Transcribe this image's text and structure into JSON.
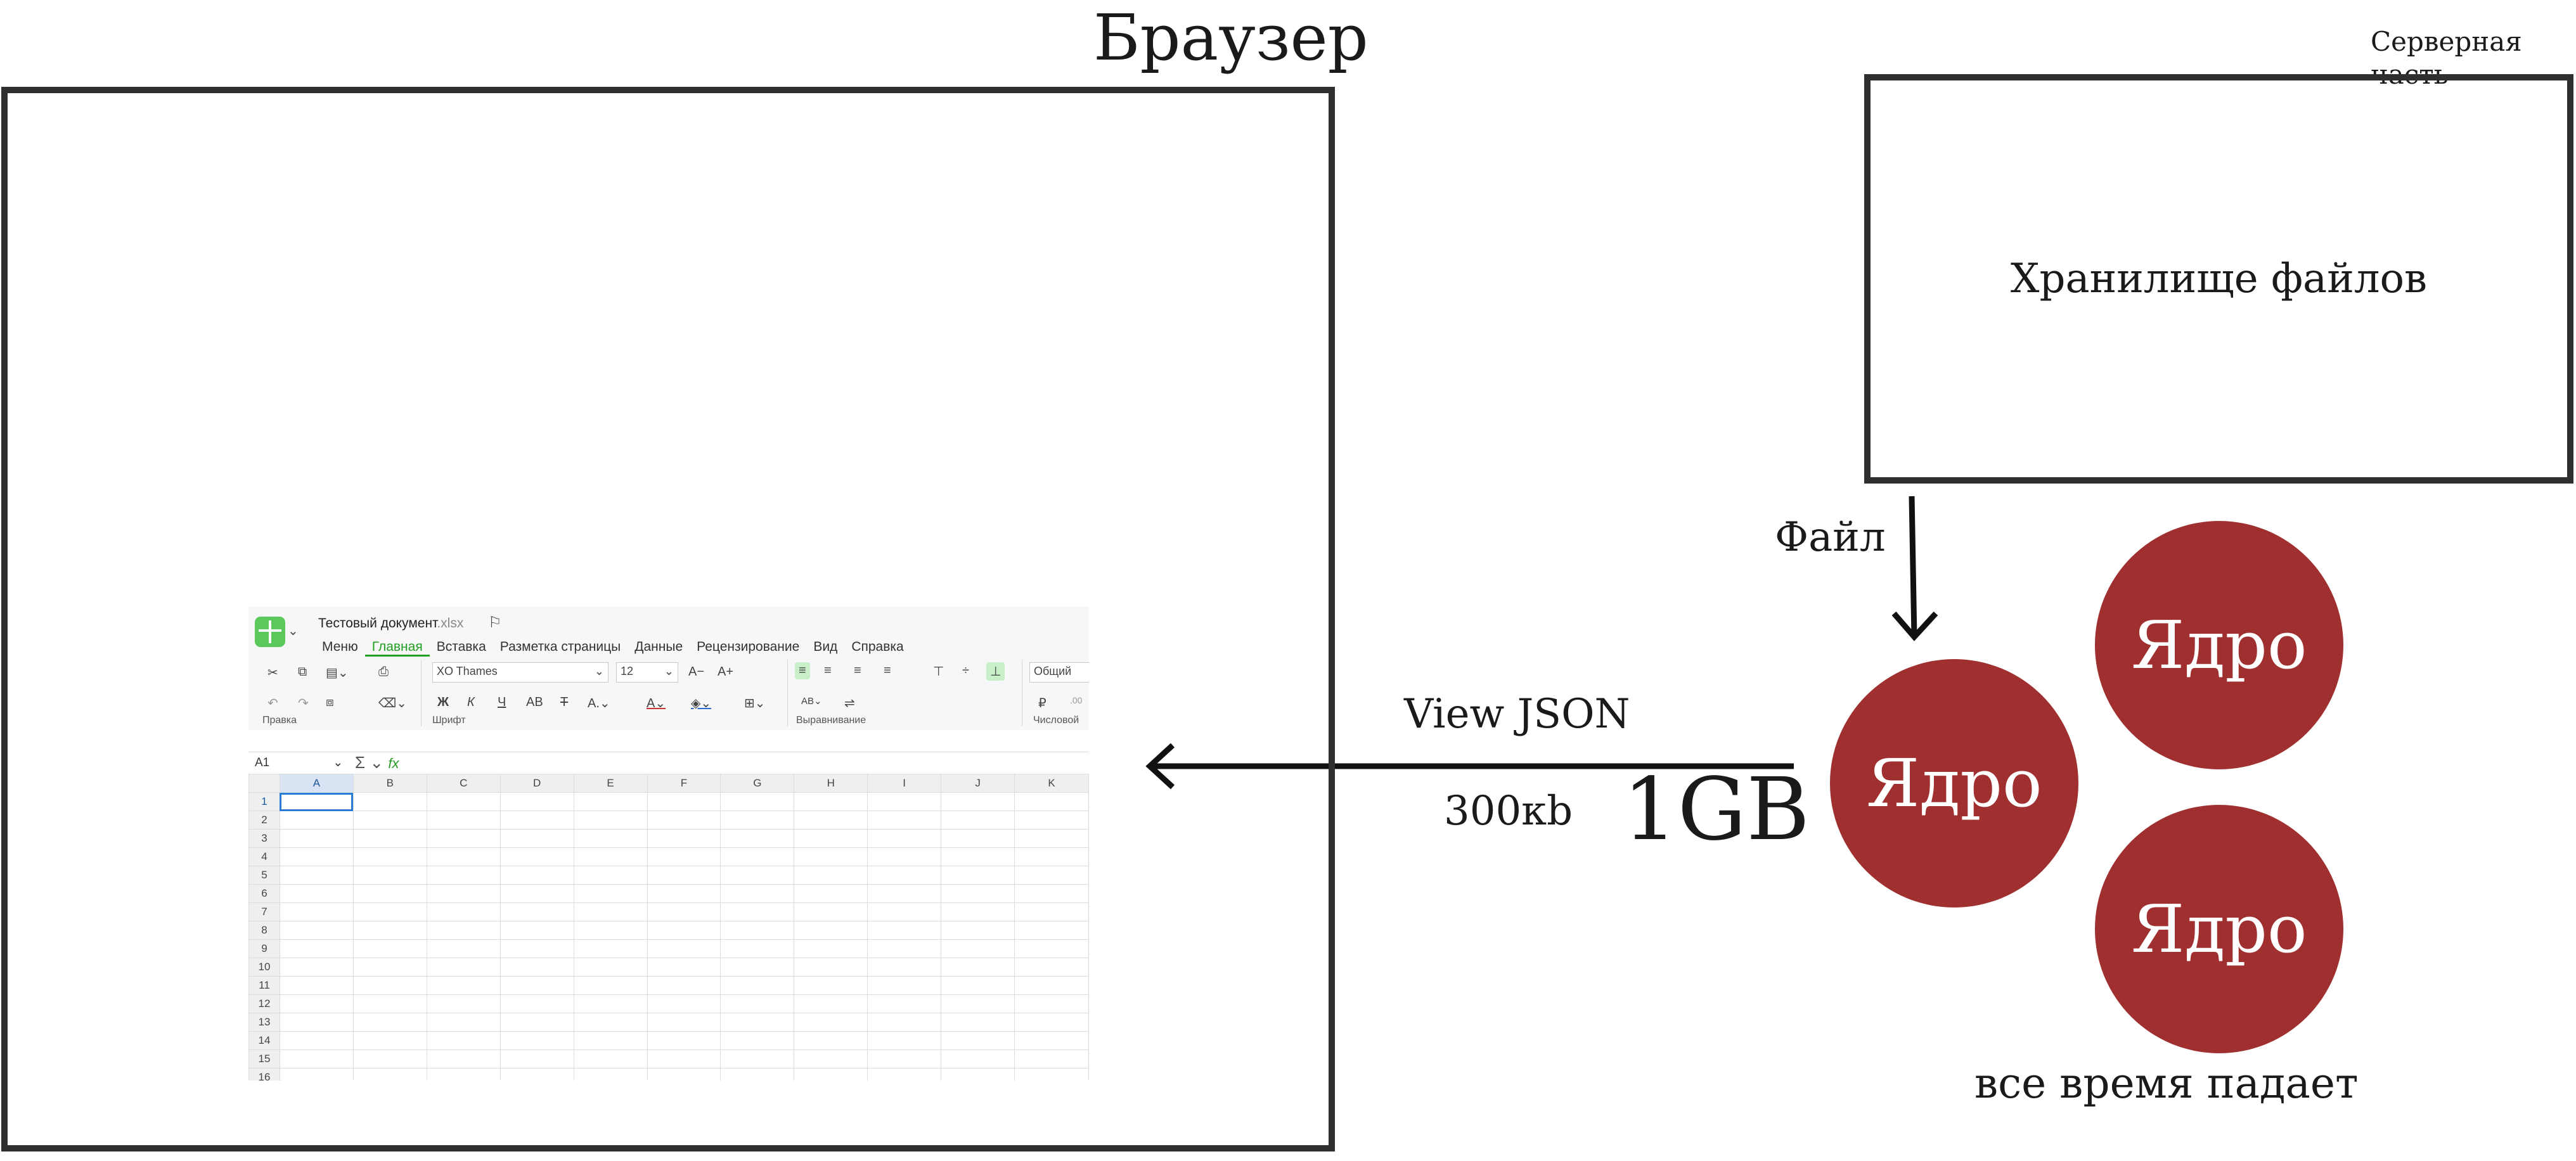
{
  "labels": {
    "browser": "Браузер",
    "server": "Серверная часть",
    "storage": "Хранилище файлов",
    "file": "Файл",
    "view_json": "View JSON",
    "size_small": "300кb",
    "size_large": "1GB",
    "core": "Ядро",
    "falls": "все время падает"
  },
  "colors": {
    "core_fill": "#a03030",
    "frame": "#2f2f2f",
    "accent_green": "#23a023"
  },
  "spreadsheet": {
    "doc_name": "Тестовый документ",
    "doc_ext": ".xlsx",
    "menu": [
      "Меню",
      "Главная",
      "Вставка",
      "Разметка страницы",
      "Данные",
      "Рецензирование",
      "Вид",
      "Справка"
    ],
    "active_menu": "Главная",
    "font_name": "XO Thames",
    "font_size": "12",
    "number_format": "Общий",
    "groups": [
      "Правка",
      "Шрифт",
      "Выравнивание",
      "Числовой"
    ],
    "cell_ref": "A1",
    "formula_icons": "Σ ⌄ ",
    "fx": "fx",
    "columns": [
      "A",
      "B",
      "C",
      "D",
      "E",
      "F",
      "G",
      "H",
      "I",
      "J",
      "K"
    ],
    "rows": [
      "1",
      "2",
      "3",
      "4",
      "5",
      "6",
      "7",
      "8",
      "9",
      "10",
      "11",
      "12",
      "13",
      "14",
      "15",
      "16"
    ],
    "icons": [
      "scissors-icon",
      "copy-icon",
      "paste-icon",
      "print-icon",
      "undo-icon",
      "redo-icon",
      "clone-icon",
      "eraser-icon",
      "bold-icon",
      "italic-icon",
      "underline-icon",
      "strikethrough-icon",
      "font-color-icon",
      "fill-color-icon",
      "borders-icon",
      "align-left-icon",
      "align-center-icon",
      "align-right-icon",
      "align-justify-icon",
      "align-top-icon",
      "align-middle-icon",
      "align-bottom-icon",
      "wrap-icon",
      "currency-icon"
    ]
  }
}
